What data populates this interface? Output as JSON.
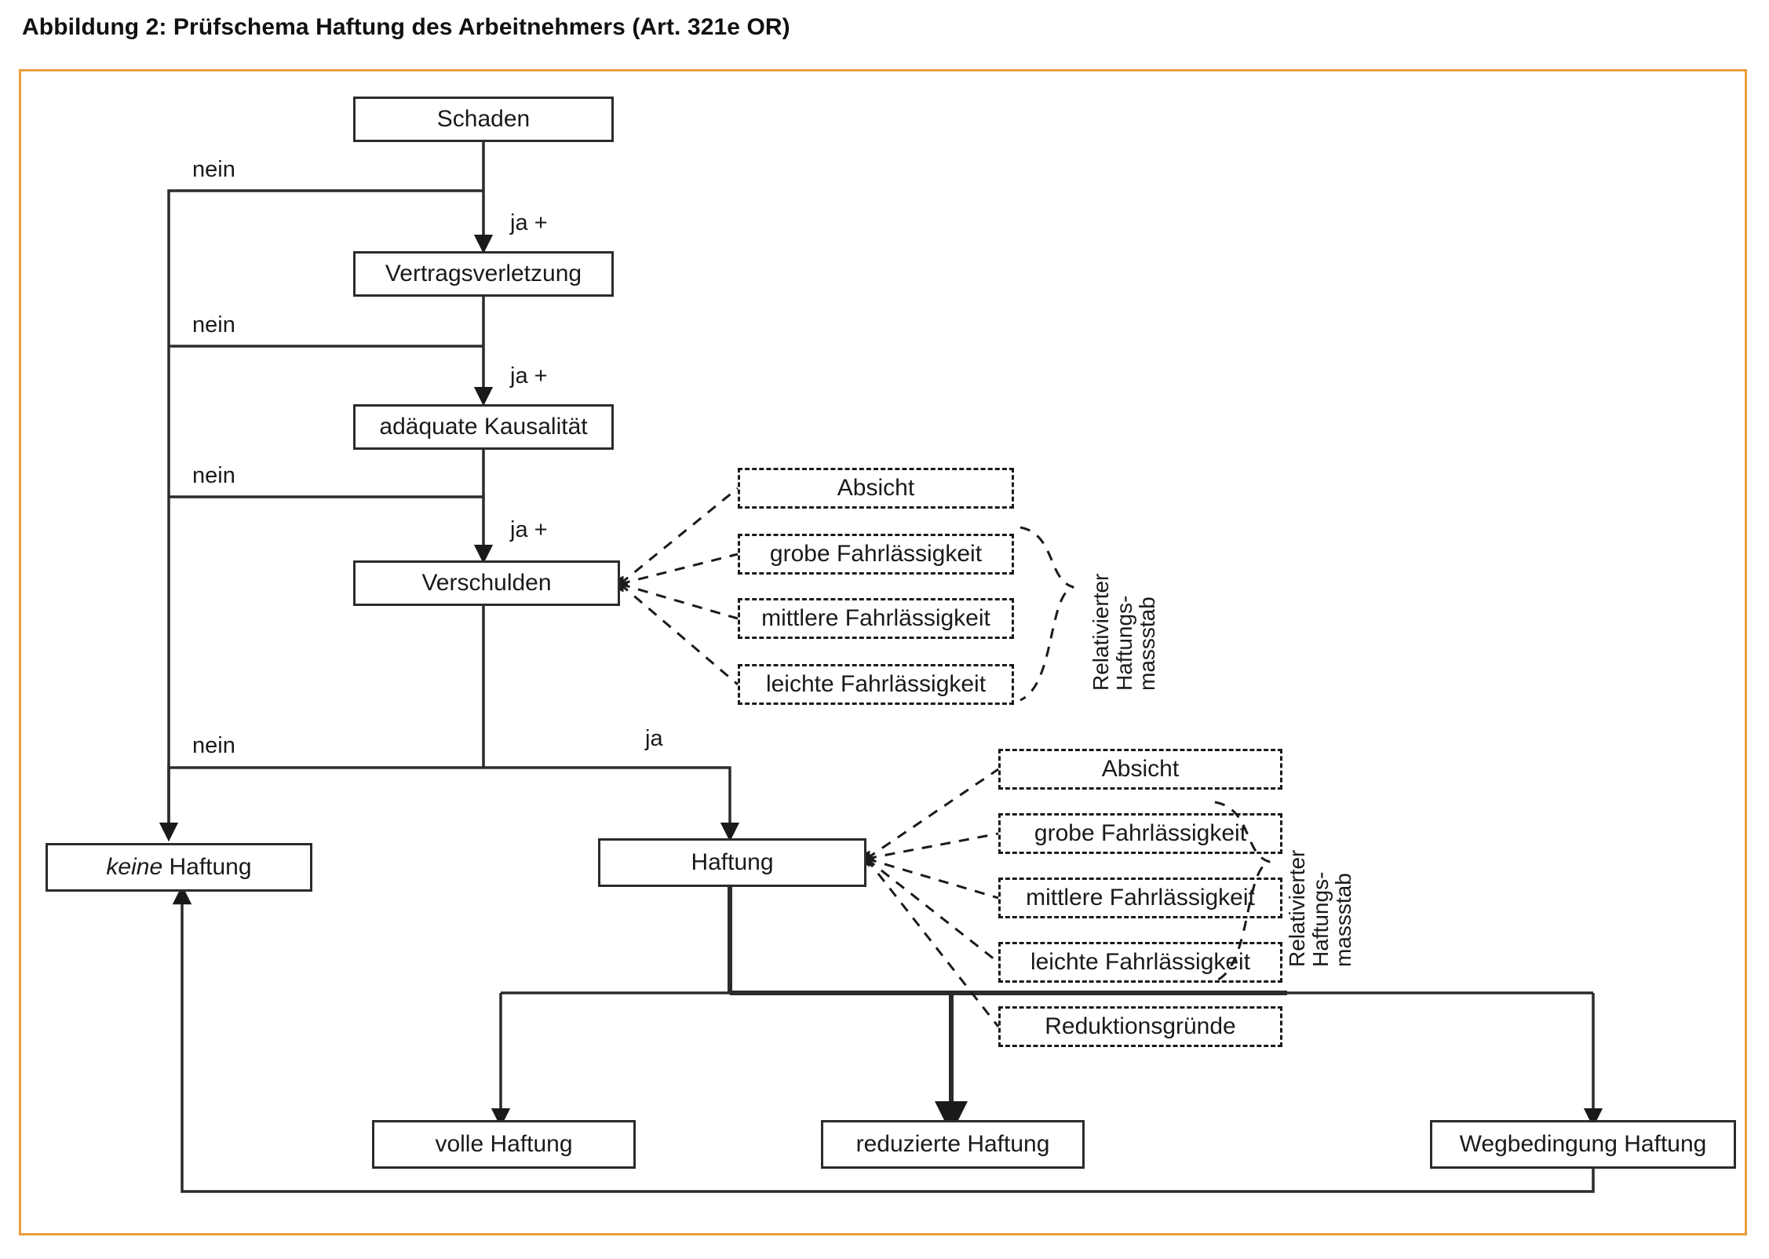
{
  "figure": {
    "title": "Abbildung 2: Prüfschema Haftung des Arbeitnehmers (Art. 321e OR)",
    "frame_color": "#eb9c3c"
  },
  "chart_data": {
    "type": "diagram",
    "title": "Abbildung 2: Prüfschema Haftung des Arbeitnehmers (Art. 321e OR)",
    "nodes": [
      {
        "id": "schaden",
        "label": "Schaden",
        "style": "solid"
      },
      {
        "id": "vertragsverletzung",
        "label": "Vertragsverletzung",
        "style": "solid"
      },
      {
        "id": "kausalitaet",
        "label": "adäquate Kausalität",
        "style": "solid"
      },
      {
        "id": "verschulden",
        "label": "Verschulden",
        "style": "solid"
      },
      {
        "id": "keine_haftung",
        "label": "keine Haftung",
        "style": "solid",
        "italic_prefix": "keine"
      },
      {
        "id": "haftung",
        "label": "Haftung",
        "style": "solid"
      },
      {
        "id": "volle_haftung",
        "label": "volle Haftung",
        "style": "solid"
      },
      {
        "id": "reduzierte_haftung",
        "label": "reduzierte Haftung",
        "style": "solid"
      },
      {
        "id": "wegbedingung",
        "label": "Wegbedingung Haftung",
        "style": "solid"
      }
    ],
    "edges": [
      {
        "from": "schaden",
        "to": "vertragsverletzung",
        "label": "ja +"
      },
      {
        "from": "schaden",
        "to": "keine_haftung",
        "label": "nein"
      },
      {
        "from": "vertragsverletzung",
        "to": "kausalitaet",
        "label": "ja +"
      },
      {
        "from": "vertragsverletzung",
        "to": "keine_haftung",
        "label": "nein"
      },
      {
        "from": "kausalitaet",
        "to": "verschulden",
        "label": "ja +"
      },
      {
        "from": "kausalitaet",
        "to": "keine_haftung",
        "label": "nein"
      },
      {
        "from": "verschulden",
        "to": "haftung",
        "label": "ja"
      },
      {
        "from": "verschulden",
        "to": "keine_haftung",
        "label": "nein"
      },
      {
        "from": "haftung",
        "to": "volle_haftung",
        "label": ""
      },
      {
        "from": "haftung",
        "to": "reduzierte_haftung",
        "label": ""
      },
      {
        "from": "haftung",
        "to": "wegbedingung",
        "label": ""
      },
      {
        "from": "wegbedingung",
        "to": "keine_haftung",
        "label": ""
      }
    ]
  },
  "boxes": {
    "schaden": "Schaden",
    "vertragsverletzung": "Vertragsverletzung",
    "kausalitaet": "adäquate Kausalität",
    "verschulden": "Verschulden",
    "keine_haftung_italic": "keine",
    "keine_haftung_rest": " Haftung",
    "haftung": "Haftung",
    "volle_haftung": "volle Haftung",
    "reduzierte_haftung": "reduzierte Haftung",
    "wegbedingung_haftung": "Wegbedingung Haftung"
  },
  "labels": {
    "nein_1": "nein",
    "nein_2": "nein",
    "nein_3": "nein",
    "nein_4": "nein",
    "ja_plus_1": "ja +",
    "ja_plus_2": "ja +",
    "ja_plus_3": "ja +",
    "ja": "ja"
  },
  "group_verschulden": {
    "items": [
      "Absicht",
      "grobe Fahrlässigkeit",
      "mittlere Fahrlässigkeit",
      "leichte Fahrlässigkeit"
    ],
    "bracket_label": [
      "Relativierter",
      "Haftungs-",
      "massstab"
    ]
  },
  "group_haftung": {
    "items": [
      "Absicht",
      "grobe Fahrlässigkeit",
      "mittlere Fahrlässigkeit",
      "leichte Fahrlässigkeit",
      "Reduktionsgründe"
    ],
    "bracket_label": [
      "Relativierter",
      "Haftungs-",
      "massstab"
    ]
  }
}
